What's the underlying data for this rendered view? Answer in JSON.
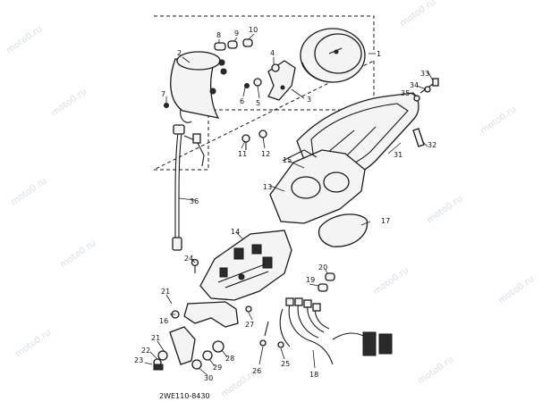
{
  "watermark": "moto0.ru",
  "diagram_code": "2WE110-8430",
  "parts": {
    "p1": "1",
    "p2": "2",
    "p3": "3",
    "p4": "4",
    "p5": "5",
    "p6": "6",
    "p7": "7",
    "p8": "8",
    "p9": "9",
    "p10": "10",
    "p11": "11",
    "p12": "12",
    "p13": "13",
    "p14": "14",
    "p15": "15",
    "p16": "16",
    "p17": "17",
    "p18": "18",
    "p19": "19",
    "p20": "20",
    "p21a": "21",
    "p21b": "21",
    "p22": "22",
    "p23": "23",
    "p24": "24",
    "p25": "25",
    "p26": "26",
    "p27": "27",
    "p28": "28",
    "p29": "29",
    "p30": "30",
    "p31": "31",
    "p32": "32",
    "p33": "33",
    "p34": "34",
    "p35": "35",
    "p36": "36"
  }
}
